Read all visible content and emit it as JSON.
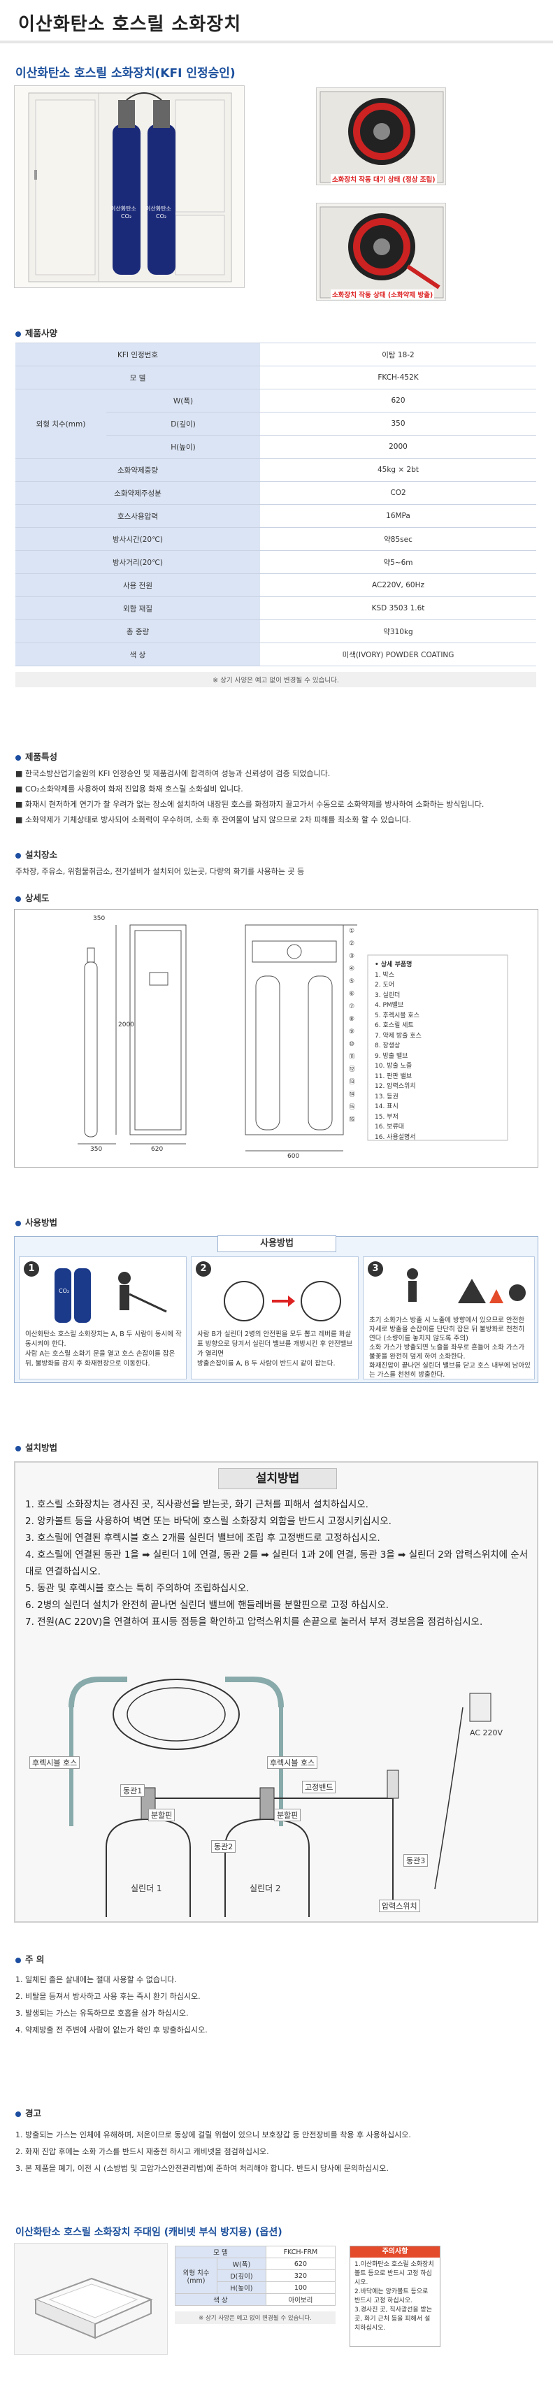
{
  "header": {
    "title": "이산화탄소 호스릴 소화장치"
  },
  "subtitle": "이산화탄소 호스릴 소화장치(KFI 인정승인)",
  "photos": {
    "cylinder_text_1": "이산화탄소",
    "cylinder_text_2": "CO₂",
    "caption_1": "소화장치 작동 대기 상태 (정상 조립)",
    "caption_2": "소화장치 작동 상태 (소화약제 방출)"
  },
  "spec": {
    "heading": "제품사양",
    "rows": [
      {
        "label": "KFI 인정번호",
        "value": "이탐 18-2"
      },
      {
        "label": "모 델",
        "value": "FKCH-452K"
      },
      {
        "label": "소화약제중량",
        "value": "45kg × 2bt"
      },
      {
        "label": "소화약제주성분",
        "value": "CO2"
      },
      {
        "label": "호스사용압력",
        "value": "16MPa"
      },
      {
        "label": "방사시간(20℃)",
        "value": "약85sec"
      },
      {
        "label": "방사거리(20℃)",
        "value": "약5~6m"
      },
      {
        "label": "사용 전원",
        "value": "AC220V, 60Hz"
      },
      {
        "label": "외함 재질",
        "value": "KSD 3503 1.6t"
      },
      {
        "label": "총 중량",
        "value": "약310kg"
      },
      {
        "label": "색 상",
        "value": "미색(IVORY) POWDER COATING"
      }
    ],
    "size_label": "외형 치수(mm)",
    "size_rows": [
      {
        "label": "W(폭)",
        "value": "620"
      },
      {
        "label": "D(깊이)",
        "value": "350"
      },
      {
        "label": "H(높이)",
        "value": "2000"
      }
    ],
    "note": "※ 상기 사양은 예고 없이 변경될 수 있습니다."
  },
  "features": {
    "heading": "제품특성",
    "items": [
      "한국소방산업기술원의 KFI 인정승인 및 제품검사에 합격하여 성능과 신뢰성이 검증 되었습니다.",
      "CO₂소화약제를 사용하여 화재 진압용 화재 호스릴 소화설비 입니다.",
      "화재시 현저하게 연기가 찰 우려가 없는 장소에 설치하여 내장된 호스를 화점까지 끌고가서 수동으로 소화약제를 방사하여 소화하는 방식입니다.",
      "소화약제가 기체상태로 방사되어 소화력이 우수하며, 소화 후 잔여물이 남지 않으므로 2차 피해를 최소화 할 수 있습니다."
    ]
  },
  "places": {
    "heading": "설치장소",
    "text": "주차장, 주유소, 위험물취급소, 전기설비가 설치되어 있는곳, 다량의 화기를 사용하는 곳 등"
  },
  "detail": {
    "heading": "상세도",
    "parts_title": "• 상세 부품명",
    "parts": [
      "1. 박스",
      "2. 도어",
      "3. 실린더",
      "4. PM밸브",
      "5. 후렉시블 호스",
      "6. 호스릴 세트",
      "7. 약제 방출 호스",
      "8. 장생상",
      "9. 방출 밸브",
      "10. 방출 노즐",
      "11. 판판 밸브",
      "12. 압력스위치",
      "13. 등권",
      "14. 표시",
      "15. 부저",
      "16. 보류대",
      "16. 사용설명서"
    ],
    "dims": [
      "350",
      "620",
      "2000",
      "600",
      "350"
    ],
    "callouts": [
      "①",
      "②",
      "③",
      "④",
      "⑤",
      "⑥",
      "⑦",
      "⑧",
      "⑨",
      "⑩",
      "⑪",
      "⑫",
      "⑬",
      "⑭",
      "⑮",
      "⑯"
    ]
  },
  "usage": {
    "heading": "사용방법",
    "banner": "사용방법",
    "cylinder_label": "CO₂",
    "step1_line1": "이산화탄소 호스릴 소화장치는 A, B 두 사람이 동시에 작동시켜야 한다.",
    "step1_line2": "사람 A는 호스릴 소화기 문을 열고 호스 손잡이를 잡은 뒤, 불방화를 감지 후 화재현장으로 이동한다.",
    "step2_line1": "사람 B가 실린더 2병의 안전핀을 모두 뽑고 레버를 화살표 방향으로 당겨서 실린더 밸브를 개방시킨 후 안전밸브가 열리면",
    "step2_line2": "방출손잡이를 A, B 두 사람이 반드시 같이 잡는다.",
    "step3_line1": "초기 소화가스 방출 시 노출에 방향에서 있으므로 안전한 자세로 방출을 손잡이를 단단히 잡은 뒤 불방화로 천천히 연다 (소량이를 놓치지 않도록 주의)",
    "step3_line2": "소화 가스가 방출되면 노즐을 좌우로 흔들어 소화 가스가 불꽃을 완전히 덮게 하여 소화한다.",
    "step3_line3": "화재진압이 끝나면 실린더 밸브를 닫고 호스 내부에 남아있는 가스를 천천히 방출한다."
  },
  "install": {
    "heading": "설치방법",
    "banner": "설치방법",
    "items": [
      "1. 호스릴 소화장치는 경사진 곳, 직사광선을 받는곳, 화기 근처를 피해서 설치하십시오.",
      "2. 앙카볼트 등을 사용하여 벽면 또는 바닥에 호스릴 소화장치 외함을 반드시 고정시키십시오.",
      "3. 호스릴에 연결된 후렉시블 호스 2개를 실린더 밸브에 조립 후 고정밴드로 고정하십시오.",
      "4. 호스릴에 연결된 동관 1을 ➡ 실린더 1에 연결, 동관 2를 ➡ 실린더 1과 2에 연결, 동관 3을 ➡ 실린더 2와 압력스위치에 순서대로 연결하십시오.",
      "5. 동관 및 후렉시블 호스는 특히 주의하여 조립하십시오.",
      "6. 2병의 실린더 설치가 완전히 끝나면 실린더 밸브에 핸들레버를 분할핀으로 고정 하십시오.",
      "7. 전원(AC 220V)을 연결하여 표시등 점등을 확인하고 압력스위치를 손끝으로 눌러서 부저 경보음을 점검하십시오."
    ],
    "labels": {
      "flex": "후렉시블 호스",
      "tube1": "동관1",
      "tube2": "동관2",
      "tube3": "동관3",
      "band": "고정밴드",
      "pin1": "분할핀",
      "pin2": "분할핀",
      "cyl1": "실린더 1",
      "cyl2": "실린더 2",
      "psw": "압력스위치",
      "power": "AC 220V"
    }
  },
  "caution": {
    "heading": "주 의",
    "items": [
      "1. 일체된 졸은 살내에는 절대 사용할 수 없습니다.",
      "2. 비탈을 등져서 방사하고 사용 후는 즉시 환기 하십시오.",
      "3. 발생되는 가스는 유독하므로 호흡을 삼가 하십시오.",
      "4. 약제방출 전 주변에 사람이 없는가 확인 후 방출하십시오."
    ]
  },
  "warning": {
    "heading": "경고",
    "items": [
      "1. 방출되는 가스는 인체에 유해하며, 저온이므로 동상에 걸릴 위험이 있으니 보호장갑 등 안전장비를 착용 후 사용하십시오.",
      "2. 화재 진압 후에는 소화 가스를 반드시 재충전 하시고 캐비넷을 점검하십시오.",
      "3. 본 제품을 폐기, 이전 시 (소방법 및 고압가스안전관리법)에 준하여 처리해야 합니다. 반드시 당사에 문의하십시오."
    ]
  },
  "cabinet": {
    "title": "이산화탄소 호스릴 소화장치 주대임 (캐비넷 부식 방지용) (옵션)",
    "model_label": "모 델",
    "model_value": "FKCH-FRM",
    "size_label": "외형 치수 (mm)",
    "rows": [
      {
        "label": "W(폭)",
        "value": "620"
      },
      {
        "label": "D(깊이)",
        "value": "320"
      },
      {
        "label": "H(높이)",
        "value": "100"
      }
    ],
    "color_label": "색 상",
    "color_value": "아이보리",
    "note": "※ 상기 사양은 예고 없이 변경될 수 있습니다.",
    "warn_head": "주의사항",
    "warn_items": [
      "1.이산화탄소 호스릴 소화장치 볼트 등으로 반드시 고정 하십시오.",
      "2.바닥에는 앙카볼트 등으로 반드시 고정 하십시오.",
      "3.경사진 곳, 직사광선을 받는 곳, 화기 근처 등을 피해서 설치하십시오."
    ]
  },
  "colors": {
    "accent": "#1b4f9c",
    "spec_label_bg": "#dbe4f4",
    "caution_red": "#d22222"
  }
}
